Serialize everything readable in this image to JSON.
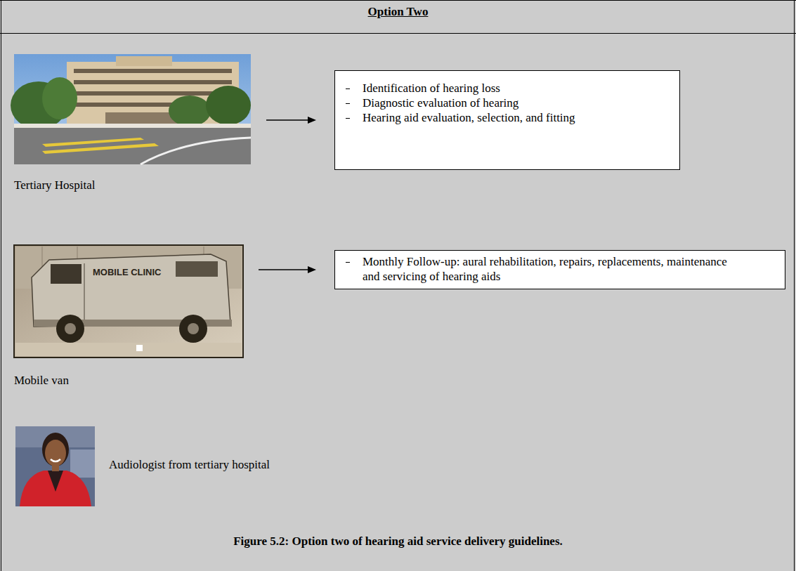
{
  "diagram": {
    "title": "Option Two",
    "caption": "Figure 5.2: Option two of hearing aid service delivery guidelines.",
    "nodes": [
      {
        "text": [
          "Tertiary Hospital"
        ]
      },
      {
        "text": [
          "Identification of hearing loss",
          "Diagnostic evaluation of hearing",
          "Hearing aid evaluation, selection, and fitting"
        ]
      },
      {
        "text": [
          "Mobile van"
        ]
      },
      {
        "text": [
          "Monthly Follow-up: aural rehabilitation, repairs, replacements, maintenance and servicing of hearing aids"
        ]
      },
      {
        "text": [
          "Audiologist from tertiary hospital"
        ]
      }
    ],
    "edges": [
      {
        "from": 0,
        "to": 1,
        "arrow": "to"
      },
      {
        "from": 2,
        "to": 3,
        "arrow": "to"
      }
    ],
    "labels": [
      "MOBILE CLINIC"
    ]
  }
}
